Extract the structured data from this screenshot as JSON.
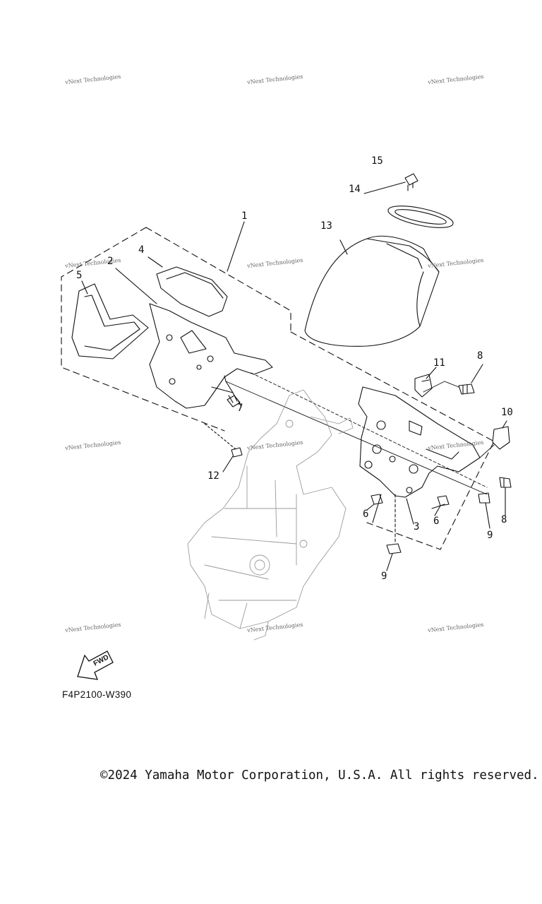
{
  "watermark_text": "vNext Technologies",
  "callouts": {
    "c1": "1",
    "c2": "2",
    "c3": "3",
    "c4": "4",
    "c5": "5",
    "c6a": "6",
    "c6b": "6",
    "c7": "7",
    "c8a": "8",
    "c8b": "8",
    "c9a": "9",
    "c9b": "9",
    "c10": "10",
    "c11": "11",
    "c12": "12",
    "c13": "13",
    "c14": "14",
    "c15": "15"
  },
  "fwd_label": "FWD",
  "figure_code": "F4P2100-W390",
  "copyright": "©2024 Yamaha Motor Corporation, U.S.A. All rights reserved."
}
